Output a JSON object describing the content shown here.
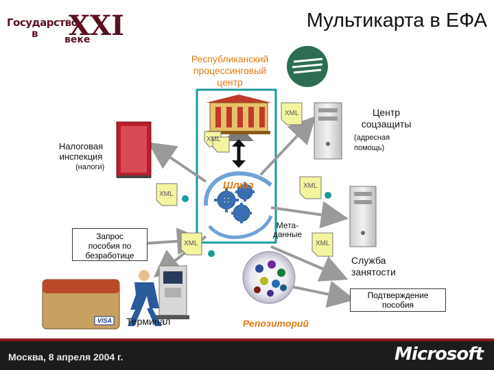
{
  "title": "Мультикарта в ЕФА",
  "logo": {
    "line1": "Государство",
    "line2": "в",
    "line3": "веке",
    "numeral": "XXI"
  },
  "processing_center": {
    "line1": "Республиканский",
    "line2": "процессинговый",
    "line3": "центр"
  },
  "social_center": {
    "line1": "Центр",
    "line2": "соцзащиты",
    "note1": "(адресная",
    "note2": "помощь)"
  },
  "tax": {
    "line1": "Налоговая",
    "line2": "инспекция",
    "note": "(налоги)"
  },
  "gateway": "Шлюз",
  "metadata": {
    "line1": "Мета-",
    "line2": "данные"
  },
  "employment": {
    "line1": "Служба",
    "line2": "занятости"
  },
  "request": {
    "line1": "Запрос",
    "line2": "пособия по",
    "line3": "безработице"
  },
  "confirm": {
    "line1": "Подтверждение",
    "line2": "пособия"
  },
  "terminal": "Терминал",
  "repository": "Репозиторий",
  "xml_label": "XML",
  "footer": {
    "date": "Москва, 8 апреля 2004 г.",
    "brand": "Microsoft"
  },
  "card": {
    "brand": "VISA"
  },
  "colors": {
    "accent_orange": "#e07a12",
    "teal_frame": "#1a9a9a",
    "arrow_gray": "#9a9a9a",
    "xml_note": "#f4f4a0",
    "gear_blue": "#3a6fb3"
  }
}
